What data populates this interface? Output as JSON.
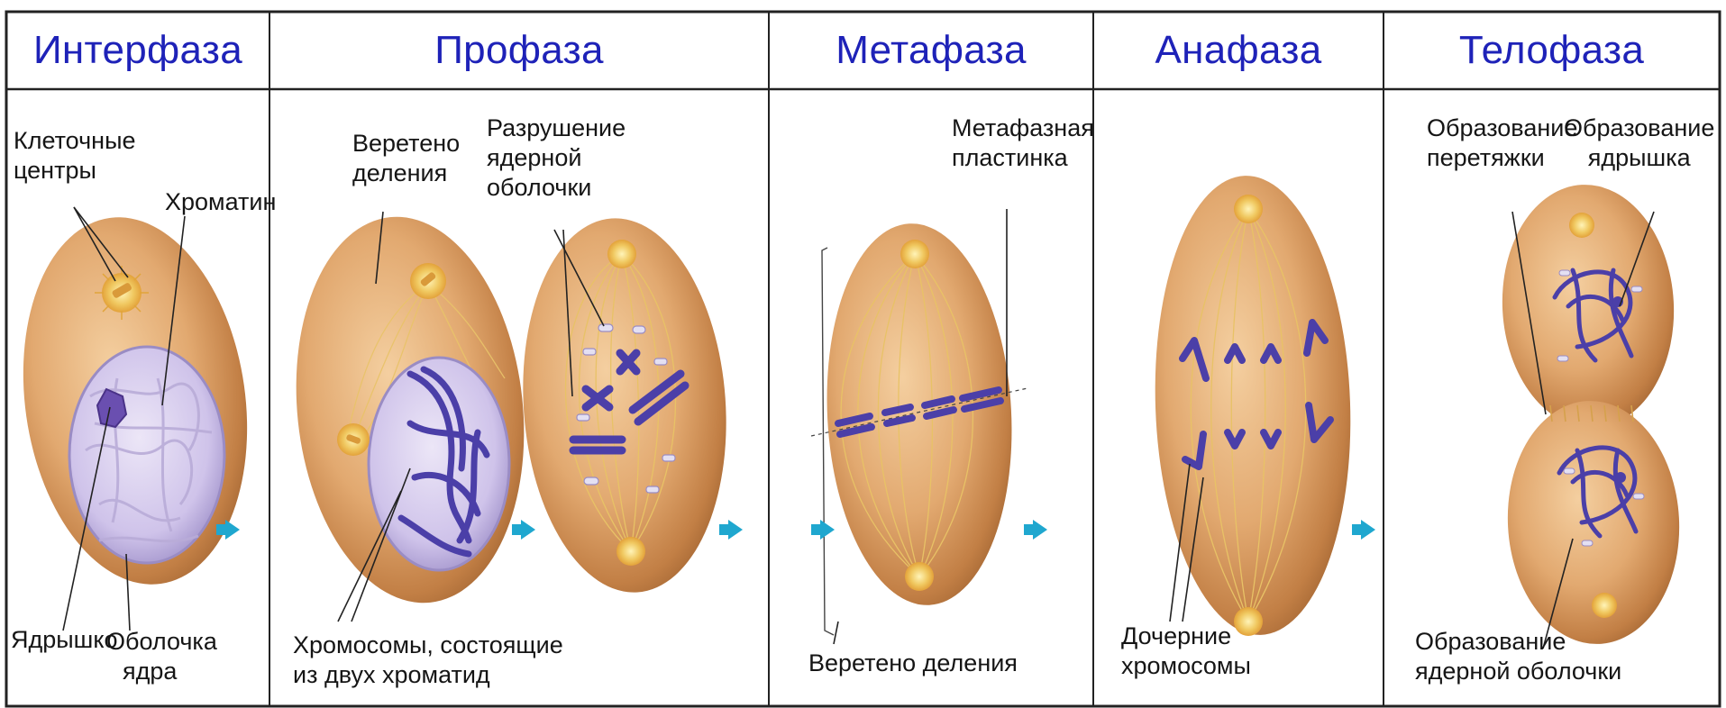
{
  "headers": {
    "interphase": "Интерфаза",
    "prophase": "Профаза",
    "metaphase": "Метафаза",
    "anaphase": "Анафаза",
    "telophase": "Телофаза"
  },
  "labels": {
    "cell_centers_1": "Клеточные",
    "cell_centers_2": "центры",
    "chromatin": "Хроматин",
    "nucleolus": "Ядрышко",
    "nuclear_envelope_1": "Оболочка",
    "nuclear_envelope_2": "ядра",
    "spindle_1": "Веретено",
    "spindle_2": "деления",
    "envelope_breakdown_1": "Разрушение",
    "envelope_breakdown_2": "ядерной",
    "envelope_breakdown_3": "оболочки",
    "chromosomes_1": "Хромосомы, состоящие",
    "chromosomes_2": "из двух хроматид",
    "metaphase_plate_1": "Метафазная",
    "metaphase_plate_2": "пластинка",
    "metaphase_spindle": "Веретено деления",
    "daughter_chromosomes_1": "Дочерние",
    "daughter_chromosomes_2": "хромосомы",
    "furrow_1": "Образование",
    "furrow_2": "перетяжки",
    "nucleolus_formation_1": "Образование",
    "nucleolus_formation_2": "ядрышка",
    "envelope_formation_1": "Образование",
    "envelope_formation_2": "ядерной оболочки"
  },
  "colors": {
    "header_text": "#1e22b8",
    "arrow": "#1fa7cf",
    "cell": "#d79a62",
    "chromosome": "#4a3fa0",
    "nucleus": "#c9bde6"
  }
}
